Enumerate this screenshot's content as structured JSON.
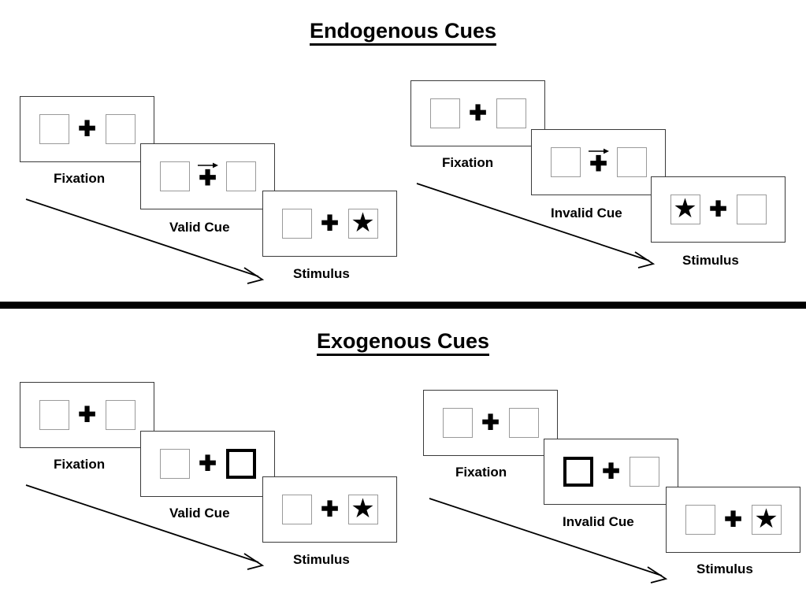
{
  "figure": {
    "sections": [
      {
        "id": "endogenous",
        "title": "Endogenous Cues",
        "sequences": [
          {
            "id": "endogenous-valid",
            "frames": [
              {
                "caption": "Fixation",
                "left_box": "empty",
                "right_box": "empty",
                "center": "plus",
                "arrow": "none"
              },
              {
                "caption": "Valid Cue",
                "left_box": "empty",
                "right_box": "empty",
                "center": "plus",
                "arrow": "right-arrow-icon"
              },
              {
                "caption": "Stimulus",
                "left_box": "empty",
                "right_box": "star",
                "center": "plus",
                "arrow": "none"
              }
            ]
          },
          {
            "id": "endogenous-invalid",
            "frames": [
              {
                "caption": "Fixation",
                "left_box": "empty",
                "right_box": "empty",
                "center": "plus",
                "arrow": "none"
              },
              {
                "caption": "Invalid Cue",
                "left_box": "empty",
                "right_box": "empty",
                "center": "plus",
                "arrow": "right-arrow-icon"
              },
              {
                "caption": "Stimulus",
                "left_box": "star",
                "right_box": "empty",
                "center": "plus",
                "arrow": "none"
              }
            ]
          }
        ]
      },
      {
        "id": "exogenous",
        "title": "Exogenous Cues",
        "sequences": [
          {
            "id": "exogenous-valid",
            "frames": [
              {
                "caption": "Fixation",
                "left_box": "empty",
                "right_box": "empty",
                "center": "plus",
                "arrow": "none"
              },
              {
                "caption": "Valid Cue",
                "left_box": "empty",
                "right_box": "highlighted",
                "center": "plus",
                "arrow": "none"
              },
              {
                "caption": "Stimulus",
                "left_box": "empty",
                "right_box": "star",
                "center": "plus",
                "arrow": "none"
              }
            ]
          },
          {
            "id": "exogenous-invalid",
            "frames": [
              {
                "caption": "Fixation",
                "left_box": "empty",
                "right_box": "empty",
                "center": "plus",
                "arrow": "none"
              },
              {
                "caption": "Invalid Cue",
                "left_box": "highlighted",
                "right_box": "empty",
                "center": "plus",
                "arrow": "none"
              },
              {
                "caption": "Stimulus",
                "left_box": "empty",
                "right_box": "star",
                "center": "plus",
                "arrow": "none"
              }
            ]
          }
        ]
      }
    ],
    "glyphs": {
      "plus": "✚",
      "star": "★"
    },
    "colors": {
      "ink": "#000000",
      "panel_border": "#3a3a3a",
      "box_border": "#9a9a9a",
      "cue_box_border": "#000000",
      "background": "#ffffff"
    },
    "time_arrow_label": "time-flow-arrow"
  }
}
